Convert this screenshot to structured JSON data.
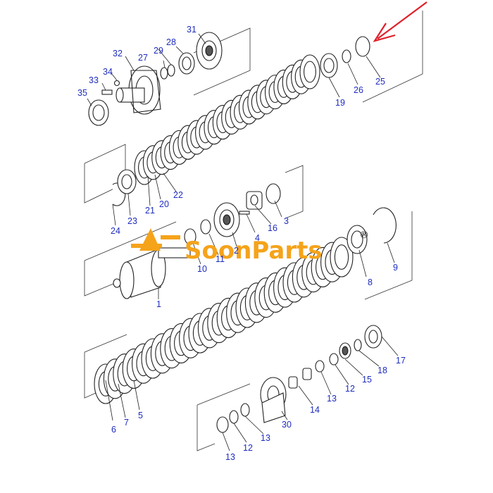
{
  "watermark": {
    "brand": "SoonParts",
    "reg_mark": "®",
    "brand_color": "#f5a31a"
  },
  "arrow_color": "#e0202a",
  "callout_color": "#1f2dbd",
  "callouts": {
    "c1": "1",
    "c2": "2",
    "c3": "3",
    "c4": "4",
    "c5": "5",
    "c6": "6",
    "c7": "7",
    "c8": "8",
    "c9": "9",
    "c10": "10",
    "c11": "11",
    "c12a": "12",
    "c12b": "12",
    "c13a": "13",
    "c13b": "13",
    "c13c": "13",
    "c14": "14",
    "c15": "15",
    "c16": "16",
    "c17": "17",
    "c18": "18",
    "c19": "19",
    "c20": "20",
    "c21": "21",
    "c22": "22",
    "c23": "23",
    "c24": "24",
    "c25": "25",
    "c26": "26",
    "c27": "27",
    "c28": "28",
    "c29": "29",
    "c30": "30",
    "c31": "31",
    "c32": "32",
    "c33": "33",
    "c34": "34",
    "c35": "35"
  }
}
